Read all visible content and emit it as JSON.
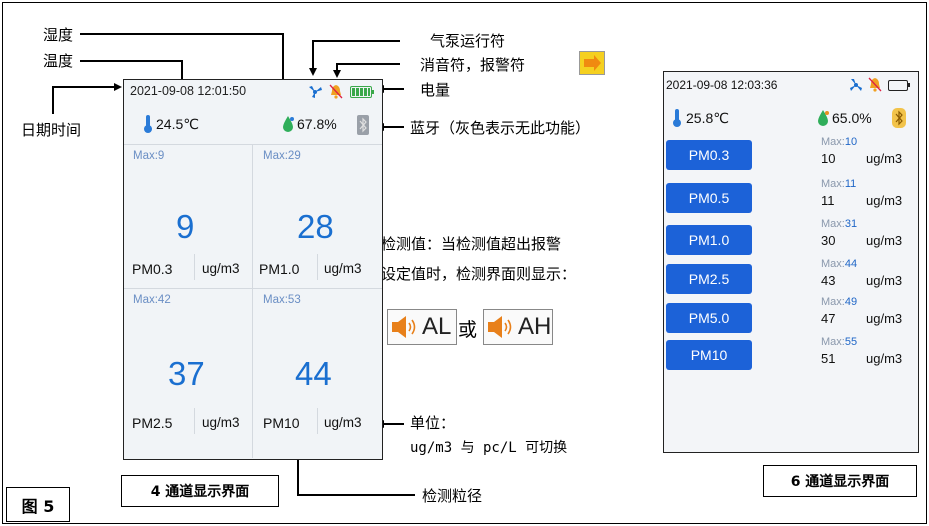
{
  "annotations": {
    "humidity": "湿度",
    "temperature": "温度",
    "datetime": "日期时间",
    "pump": "气泵运行符",
    "mute_alarm": "消音符，报警符",
    "battery": "电量",
    "bluetooth": "蓝牙（灰色表示无此功能）",
    "detect_line1": "检测值：当检测值超出报警",
    "detect_line2": "设定值时，检测界面则显示：",
    "al": "AL",
    "or": "或",
    "ah": "AH",
    "unit_title": "单位：",
    "unit_desc": "ug/m3 与 pc/L 可切换",
    "particle": "检测粒径",
    "label_4ch": "4 通道显示界面",
    "label_6ch": "6 通道显示界面",
    "figure": "图 5"
  },
  "device4": {
    "datetime": "2021-09-08 12:01:50",
    "temp": "24.5℃",
    "humidity": "67.8%",
    "cells": [
      {
        "max": "Max:9",
        "value": "9",
        "pm": "PM0.3",
        "unit": "ug/m3"
      },
      {
        "max": "Max:29",
        "value": "28",
        "pm": "PM1.0",
        "unit": "ug/m3"
      },
      {
        "max": "Max:42",
        "value": "37",
        "pm": "PM2.5",
        "unit": "ug/m3"
      },
      {
        "max": "Max:53",
        "value": "44",
        "pm": "PM10",
        "unit": "ug/m3"
      }
    ]
  },
  "device6": {
    "datetime": "2021-09-08 12:03:36",
    "temp": "25.8℃",
    "humidity": "65.0%",
    "rows": [
      {
        "label": "PM0.3",
        "max_prefix": "Max:",
        "max": "10",
        "value": "10",
        "unit": "ug/m3"
      },
      {
        "label": "PM0.5",
        "max_prefix": "Max:",
        "max": "11",
        "value": "11",
        "unit": "ug/m3"
      },
      {
        "label": "PM1.0",
        "max_prefix": "Max:",
        "max": "31",
        "value": "30",
        "unit": "ug/m3"
      },
      {
        "label": "PM2.5",
        "max_prefix": "Max:",
        "max": "44",
        "value": "43",
        "unit": "ug/m3"
      },
      {
        "label": "PM5.0",
        "max_prefix": "Max:",
        "max": "49",
        "value": "47",
        "unit": "ug/m3"
      },
      {
        "label": "PM10",
        "max_prefix": "Max:",
        "max": "55",
        "value": "51",
        "unit": "ug/m3"
      }
    ]
  },
  "colors": {
    "accent": "#1a6fd0",
    "button": "#1c62d8",
    "battery": "#3aa84a",
    "bell": "#f0a020"
  }
}
